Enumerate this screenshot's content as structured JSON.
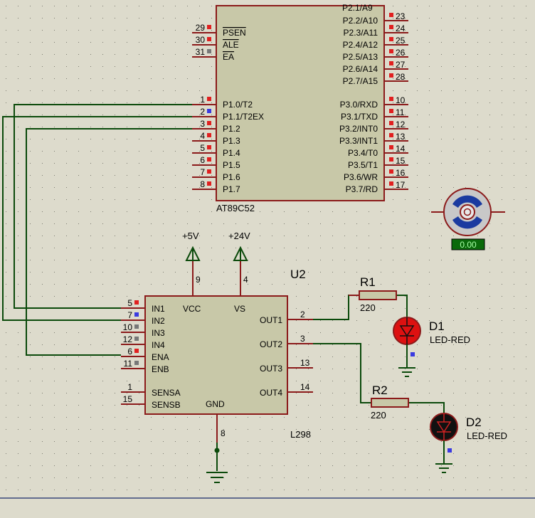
{
  "colors": {
    "background": "#dddbcc",
    "grid_dot": "#7b7b70",
    "body_fill": "#c8c8a8",
    "body_stroke": "#8b1a1a",
    "pin": "#8b1a1a",
    "wire": "#0b4a0b",
    "power": "#0b4a0b",
    "marker_red": "#e02020",
    "marker_blue": "#3a3ae0",
    "marker_gray": "#777777",
    "led_on": "#dd1111",
    "led_off": "#111111",
    "readout_bg": "#0a6a0a",
    "readout_text": "#a8ffa8"
  },
  "mcu": {
    "part": "AT89C52",
    "top_partial_label": "P2.1/A9",
    "left_pins": [
      {
        "num": "29",
        "label": "PSEN",
        "overline": true,
        "marker": "red"
      },
      {
        "num": "30",
        "label": "ALE",
        "overline": true,
        "marker": "red"
      },
      {
        "num": "31",
        "label": "EA",
        "overline": true,
        "marker": "gray"
      },
      {
        "num": "1",
        "label": "P1.0/T2",
        "marker": "red"
      },
      {
        "num": "2",
        "label": "P1.1/T2EX",
        "marker": "blue"
      },
      {
        "num": "3",
        "label": "P1.2",
        "marker": "red"
      },
      {
        "num": "4",
        "label": "P1.3",
        "marker": "red"
      },
      {
        "num": "5",
        "label": "P1.4",
        "marker": "red"
      },
      {
        "num": "6",
        "label": "P1.5",
        "marker": "red"
      },
      {
        "num": "7",
        "label": "P1.6",
        "marker": "red"
      },
      {
        "num": "8",
        "label": "P1.7",
        "marker": "red"
      }
    ],
    "right_pins": [
      {
        "num": "23",
        "label": "P2.2/A10"
      },
      {
        "num": "24",
        "label": "P2.3/A11"
      },
      {
        "num": "25",
        "label": "P2.4/A12"
      },
      {
        "num": "26",
        "label": "P2.5/A13"
      },
      {
        "num": "27",
        "label": "P2.6/A14"
      },
      {
        "num": "28",
        "label": "P2.7/A15"
      },
      {
        "num": "10",
        "label": "P3.0/RXD"
      },
      {
        "num": "11",
        "label": "P3.1/TXD"
      },
      {
        "num": "12",
        "label": "P3.2/INT0"
      },
      {
        "num": "13",
        "label": "P3.3/INT1"
      },
      {
        "num": "14",
        "label": "P3.4/T0"
      },
      {
        "num": "15",
        "label": "P3.5/T1"
      },
      {
        "num": "16",
        "label": "P3.6/WR"
      },
      {
        "num": "17",
        "label": "P3.7/RD"
      }
    ]
  },
  "driver": {
    "ref": "U2",
    "part": "L298",
    "left_pins": [
      {
        "num": "5",
        "label": "IN1",
        "marker": "red"
      },
      {
        "num": "7",
        "label": "IN2",
        "marker": "blue"
      },
      {
        "num": "10",
        "label": "IN3",
        "marker": "gray"
      },
      {
        "num": "12",
        "label": "IN4",
        "marker": "gray"
      },
      {
        "num": "6",
        "label": "ENA",
        "marker": "red"
      },
      {
        "num": "11",
        "label": "ENB",
        "marker": "gray"
      },
      {
        "num": "1",
        "label": "SENSA"
      },
      {
        "num": "15",
        "label": "SENSB"
      }
    ],
    "right_pins": [
      {
        "num": "2",
        "label": "OUT1"
      },
      {
        "num": "3",
        "label": "OUT2"
      },
      {
        "num": "13",
        "label": "OUT3"
      },
      {
        "num": "14",
        "label": "OUT4"
      }
    ],
    "top_pins": [
      {
        "num": "9",
        "label": "VCC"
      },
      {
        "num": "4",
        "label": "VS"
      }
    ],
    "bottom_pin": {
      "num": "8",
      "label": "GND"
    }
  },
  "power": {
    "vcc_label": "+5V",
    "vs_label": "+24V"
  },
  "resistors": [
    {
      "ref": "R1",
      "value": "220"
    },
    {
      "ref": "R2",
      "value": "220"
    }
  ],
  "leds": [
    {
      "ref": "D1",
      "type": "LED-RED",
      "state": "on"
    },
    {
      "ref": "D2",
      "type": "LED-RED",
      "state": "off"
    }
  ],
  "motor": {
    "readout": "0.00"
  }
}
